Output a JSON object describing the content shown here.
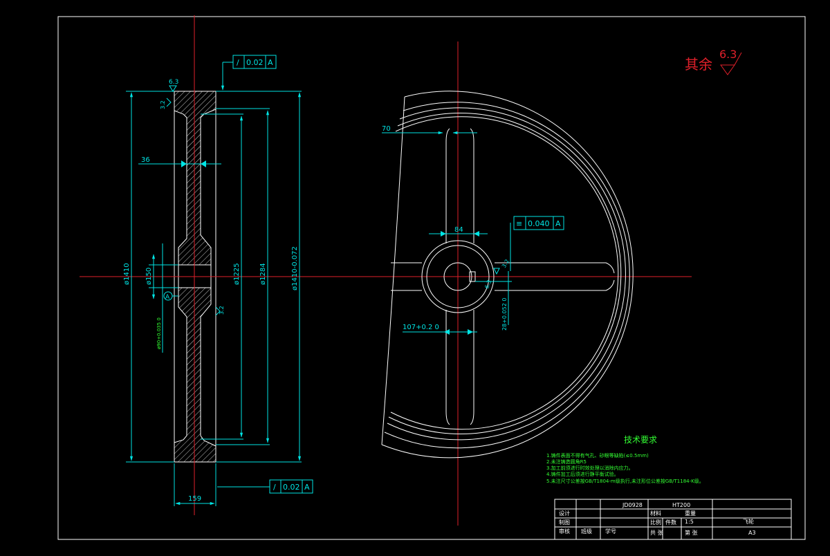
{
  "drawing": {
    "roughness_note": {
      "text": "其余",
      "value": "6.3"
    },
    "tolerance_frames": {
      "top_left": {
        "symbol": "/",
        "value": "0.02",
        "datum": "A"
      },
      "bottom_left": {
        "symbol": "/",
        "value": "0.02",
        "datum": "A"
      },
      "right_symmetry": {
        "symbol": "≡",
        "value": "0.040",
        "datum": "A"
      }
    },
    "dimensions": {
      "d1410": "ø1410",
      "d150": "ø150",
      "d1225": "ø1225",
      "d1284": "ø1284",
      "d1410_tol": "ø1410-0.072",
      "d90": "ø90+0.035 0",
      "w36": "36",
      "w159": "159",
      "w70": "70",
      "w84": "84",
      "key107": "107+0.2 0",
      "key28": "28+0.052 0",
      "rough_top": "6.3",
      "rough_32a": "3.2",
      "rough_32b": "3.2",
      "rough_32c": "3.2",
      "rough_63b": "6.3",
      "datum_label": "A"
    },
    "tech_requirements": {
      "title": "技术要求",
      "items": [
        "1.铸件表面不得有气孔、砂眼等缺陷(≤0.5mm)",
        "2.未注铸造圆角R5",
        "3.加工前须进行时效处理以消除内应力。",
        "4.铸件加工后须进行静平衡试验。",
        "5.未注尺寸公差按GB/T1804-m级执行,未注形位公差按GB/T1184-K级。"
      ]
    },
    "title_block": {
      "material": "HT200",
      "school": "JD0928",
      "part_name": "飞轮",
      "scale": "1:5",
      "sheet": "A3",
      "labels": [
        "设计",
        "制图",
        "审核",
        "班级",
        "学号",
        "比例",
        "件数",
        "材料",
        "重量",
        "共 张",
        "第 张"
      ]
    }
  }
}
